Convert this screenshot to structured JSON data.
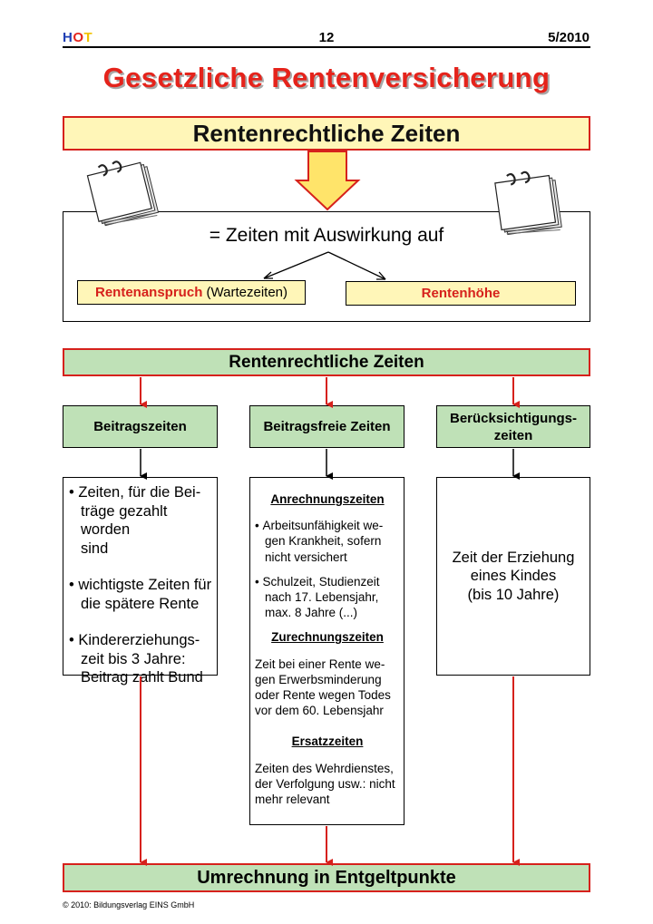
{
  "header": {
    "logo": {
      "h": "H",
      "o": "O",
      "t": "T"
    },
    "page_number": "12",
    "issue": "5/2010"
  },
  "title": "Gesetzliche Rentenversicherung",
  "top_banner": "Rentenrechtliche Zeiten",
  "definition": {
    "text": "= Zeiten mit Auswirkung auf",
    "left_box": {
      "bold": "Rentenanspruch",
      "rest": " (Wartezeiten)"
    },
    "right_box": "Rentenhöhe"
  },
  "second_banner": "Rentenrechtliche Zeiten",
  "categories": [
    "Beitragszeiten",
    "Beitragsfreie Zeiten",
    "Berücksichtigungs-\nzeiten"
  ],
  "column1": {
    "items": [
      "Zeiten, für die Bei-\nträge gezahlt worden\nsind",
      "wichtigste Zeiten für\ndie spätere Rente",
      "Kindererziehungs-\nzeit bis 3 Jahre:\nBeitrag zahlt Bund"
    ]
  },
  "column2": {
    "anrechnung_title": "Anrechnungszeiten",
    "anrechnung_items": [
      "Arbeitsunfähigkeit we-\ngen Krankheit, sofern\nnicht versichert",
      "Schulzeit, Studienzeit\nnach 17. Lebensjahr,\nmax. 8 Jahre (...)"
    ],
    "zurechnung_title": "Zurechnungszeiten",
    "zurechnung_text": "Zeit bei einer Rente we-\ngen Erwerbsminderung\noder Rente wegen Todes\nvor dem 60. Lebensjahr",
    "ersatz_title": "Ersatzzeiten",
    "ersatz_text": "Zeiten des Wehrdienstes,\nder Verfolgung usw.: nicht\nmehr relevant"
  },
  "column3": {
    "text": "Zeit der Erziehung\neines Kindes\n(bis 10 Jahre)"
  },
  "bottom_banner": "Umrechnung in Entgeltpunkte",
  "footer": "© 2010: Bildungsverlag EINS GmbH",
  "colors": {
    "red": "#d6211c",
    "yellow": "#fff6b8",
    "green": "#bfe1b7",
    "arrow_yellow": "#ffe46a"
  }
}
